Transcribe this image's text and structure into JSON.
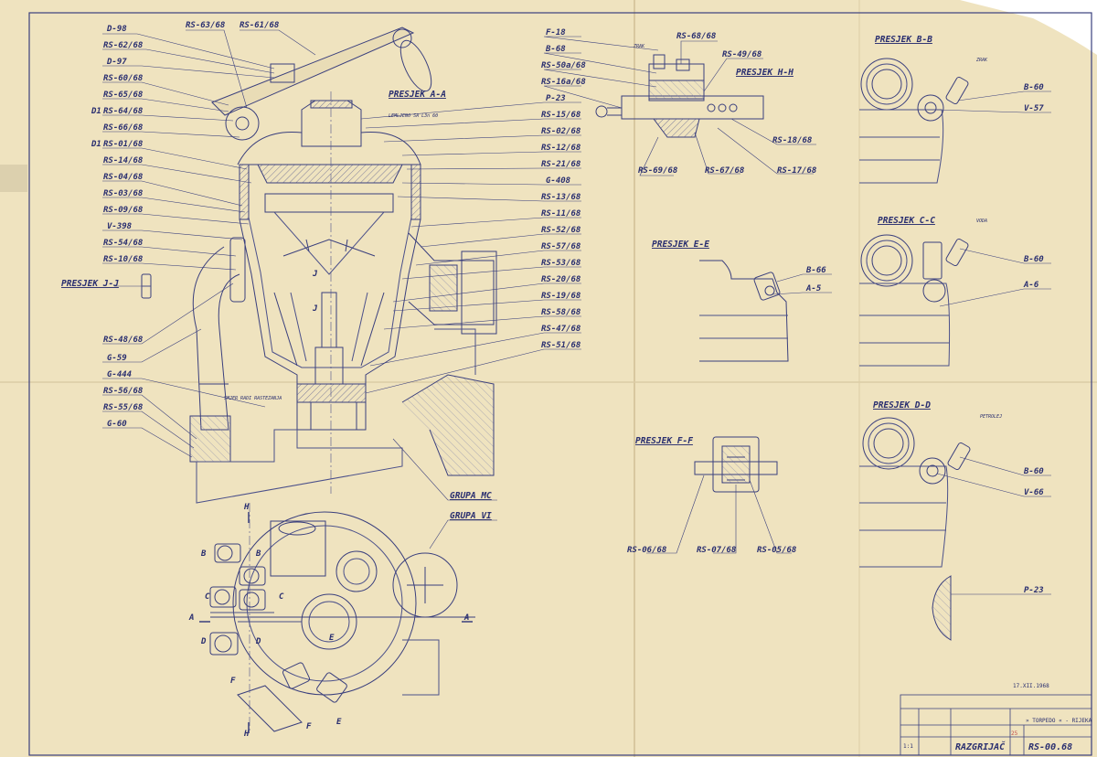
{
  "drawing": {
    "title": "RAZGRIJAČ",
    "number": "RS-00.68",
    "company": "» TORPEDO « - RIJEKA",
    "scale": "1:1",
    "date_stamp": "17.XII.1968",
    "stamp_digits": "25",
    "ink_color": "#3a3f7d",
    "paper_color": "#efe3bf"
  },
  "sections": {
    "aa": "PRESJEK A-A",
    "bb": "PRESJEK B-B",
    "cc": "PRESJEK C-C",
    "dd": "PRESJEK D-D",
    "ee": "PRESJEK E-E",
    "ff": "PRESJEK F-F",
    "hh": "PRESJEK H-H",
    "jj": "PRESJEK J-J"
  },
  "groups": {
    "mc": "GRUPA MC",
    "vi": "GRUPA VI"
  },
  "notes": {
    "lemljeno": "LEMLJENO SA L3n 60",
    "rastezanja": "SMJER RADI RASTEZANJA",
    "zrak": "ZRAK",
    "voda": "VODA",
    "petrolej": "PETROLEJ"
  },
  "left_labels": [
    "D-98",
    "RS-62/68",
    "D-97",
    "RS-60/68",
    "RS-65/68",
    "RS-64/68",
    "RS-66/68",
    "RS-01/68",
    "RS-14/68",
    "RS-04/68",
    "RS-03/68",
    "RS-09/68",
    "V-398",
    "RS-54/68",
    "RS-10/68"
  ],
  "left_prefix": {
    "d1": "D1",
    "d2": "D1"
  },
  "left_lower_labels": [
    "RS-48/68",
    "G-59",
    "G-444",
    "RS-56/68",
    "RS-55/68",
    "G-60"
  ],
  "top_labels": {
    "a": "RS-63/68",
    "b": "RS-61/68"
  },
  "right_labels": [
    "F-18",
    "B-68",
    "RS-50a/68",
    "RS-16a/68",
    "P-23",
    "RS-15/68",
    "RS-02/68",
    "RS-12/68",
    "RS-21/68",
    "G-408",
    "RS-13/68",
    "RS-11/68",
    "RS-52/68",
    "RS-57/68",
    "RS-53/68",
    "RS-20/68",
    "RS-19/68",
    "RS-58/68",
    "RS-47/68",
    "RS-51/68"
  ],
  "hh_labels": {
    "top": "RS-68/68",
    "mid": "RS-49/68",
    "r1": "RS-18/68",
    "b1": "RS-69/68",
    "b2": "RS-67/68",
    "b3": "RS-17/68"
  },
  "bb_labels": [
    "B-60",
    "V-57"
  ],
  "cc_labels": [
    "B-60",
    "A-6"
  ],
  "dd_labels": [
    "B-60",
    "V-66"
  ],
  "ee_labels": [
    "B-66",
    "A-5"
  ],
  "ff_labels": [
    "RS-06/68",
    "RS-07/68",
    "RS-05/68"
  ],
  "p23": "P-23",
  "view_letters": {
    "a": "A",
    "b": "B",
    "c": "C",
    "d": "D",
    "e": "E",
    "f": "F",
    "h": "H",
    "j": "J"
  }
}
